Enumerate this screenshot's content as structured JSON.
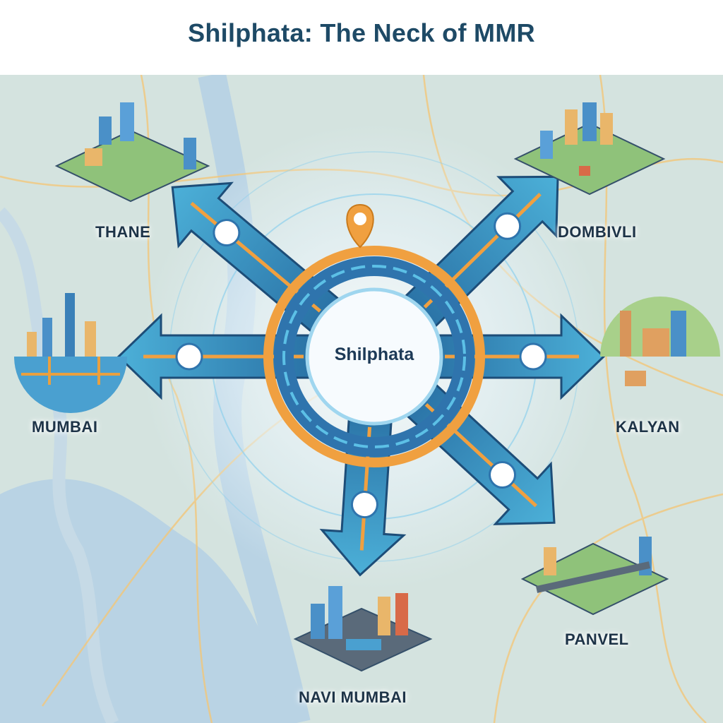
{
  "title": "Shilphata: The Neck of MMR",
  "hub": {
    "label": "Shilphata"
  },
  "destinations": [
    {
      "name": "THANE"
    },
    {
      "name": "DOMBIVLI"
    },
    {
      "name": "MUMBAI"
    },
    {
      "name": "KALYAN"
    },
    {
      "name": "NAVI MUMBAI"
    },
    {
      "name": "PANVEL"
    }
  ],
  "colors": {
    "title": "#1e4a66",
    "arrow_blue": "#2f74ad",
    "arrow_light": "#4fb3d9",
    "accent_orange": "#f0a040",
    "map_land": "#d3e2de",
    "map_water": "#b8d4e6"
  }
}
